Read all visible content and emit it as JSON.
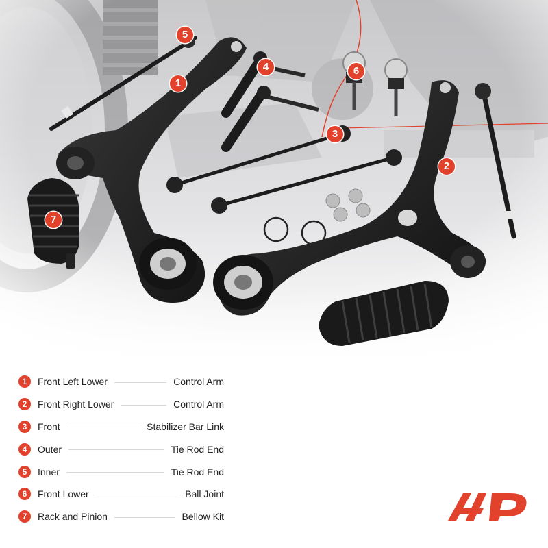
{
  "legend": [
    {
      "num": "1",
      "left": "Front Left Lower",
      "right": "Control Arm"
    },
    {
      "num": "2",
      "left": "Front Right Lower",
      "right": "Control Arm"
    },
    {
      "num": "3",
      "left": "Front",
      "right": "Stabilizer Bar Link"
    },
    {
      "num": "4",
      "left": "Outer",
      "right": "Tie Rod End"
    },
    {
      "num": "5",
      "left": "Inner",
      "right": "Tie Rod End"
    },
    {
      "num": "6",
      "left": "Front Lower",
      "right": "Ball Joint"
    },
    {
      "num": "7",
      "left": "Rack and Pinion",
      "right": "Bellow Kit"
    }
  ],
  "callouts": [
    "1",
    "2",
    "3",
    "4",
    "5",
    "6",
    "7"
  ],
  "colors": {
    "accent": "#e2412c",
    "part": "#1c1c1c",
    "background": "#ffffff"
  },
  "logo": {
    "icon": "a-premium-logo-icon"
  }
}
